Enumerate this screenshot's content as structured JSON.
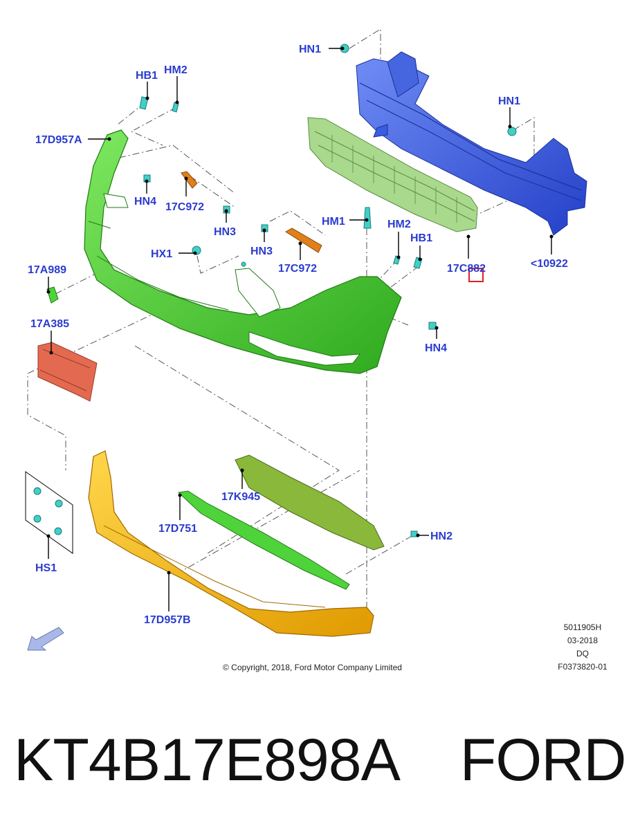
{
  "callouts": {
    "hn1_top": "HN1",
    "hb1_left": "HB1",
    "hm2_left": "HM2",
    "d957a": "17D957A",
    "hn1_right": "HN1",
    "hn4_left": "HN4",
    "c972_left": "17C972",
    "hn3_left": "HN3",
    "hm1": "HM1",
    "hm2_right": "HM2",
    "hb1_right": "HB1",
    "hx1": "HX1",
    "hn3_mid": "HN3",
    "c972_mid": "17C972",
    "c882": "17C882",
    "r10922": "<10922",
    "a989": "17A989",
    "a385": "17A385",
    "hn4_right": "HN4",
    "k945": "17K945",
    "d751": "17D751",
    "hn2": "HN2",
    "hs1": "HS1",
    "d957b": "17D957B"
  },
  "meta": {
    "code": "5011905H",
    "date": "03-2018",
    "initials": "DQ",
    "ref": "F0373820-01",
    "copyright": "© Copyright, 2018, Ford Motor Company Limited"
  },
  "footer": {
    "title": "KT4B17E898A    FORD"
  },
  "colors": {
    "callout_text": "#2a3bd0",
    "bumper_cover": "#4fd33a",
    "reinforcement": "#3a5ce0",
    "absorber": "#a9d98c",
    "lower_trim": "#f0b800",
    "deflector": "#8ab83a",
    "license_bracket": "#e36a50",
    "bracket_orange": "#e0801a",
    "fastener": "#40d0c8",
    "highlight_box": "#e02020"
  }
}
